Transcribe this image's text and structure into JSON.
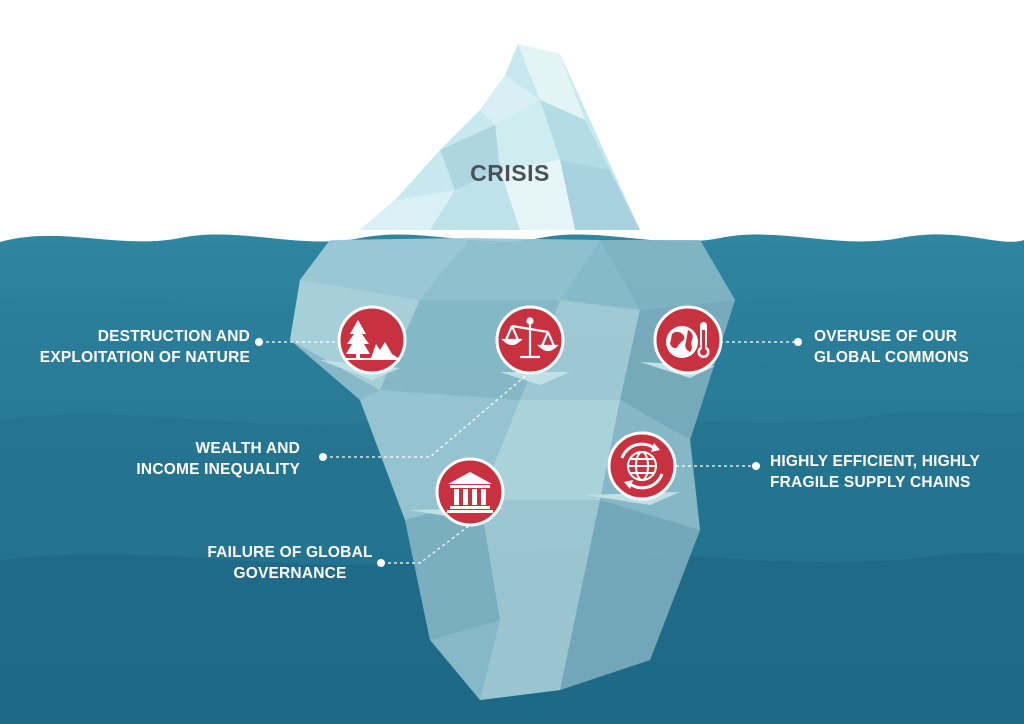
{
  "title": "CRISIS",
  "colors": {
    "sky": "#ffffff",
    "sea_top": "#2f86a0",
    "sea_bottom": "#1a5f7d",
    "ice_light": "#bfe3ea",
    "ice_mid": "#9fcbd6",
    "ice_dark": "#7fb0c0",
    "badge": "#c8313f",
    "badge_ring": "#ffffff",
    "label_text": "#ffffff",
    "title_text": "#4b5257"
  },
  "causes": [
    {
      "id": "nature",
      "icon": "tree-landscape-icon",
      "line1": "DESTRUCTION AND",
      "line2": "EXPLOITATION OF NATURE"
    },
    {
      "id": "inequality",
      "icon": "scales-icon",
      "line1": "WEALTH AND",
      "line2": "INCOME INEQUALITY"
    },
    {
      "id": "commons",
      "icon": "globe-thermometer-icon",
      "line1": "OVERUSE OF OUR",
      "line2": "GLOBAL COMMONS"
    },
    {
      "id": "supply",
      "icon": "globe-arrows-icon",
      "line1": "HIGHLY EFFICIENT, HIGHLY",
      "line2": "FRAGILE SUPPLY CHAINS"
    },
    {
      "id": "governance",
      "icon": "institution-icon",
      "line1": "FAILURE OF GLOBAL",
      "line2": "GOVERNANCE"
    }
  ]
}
